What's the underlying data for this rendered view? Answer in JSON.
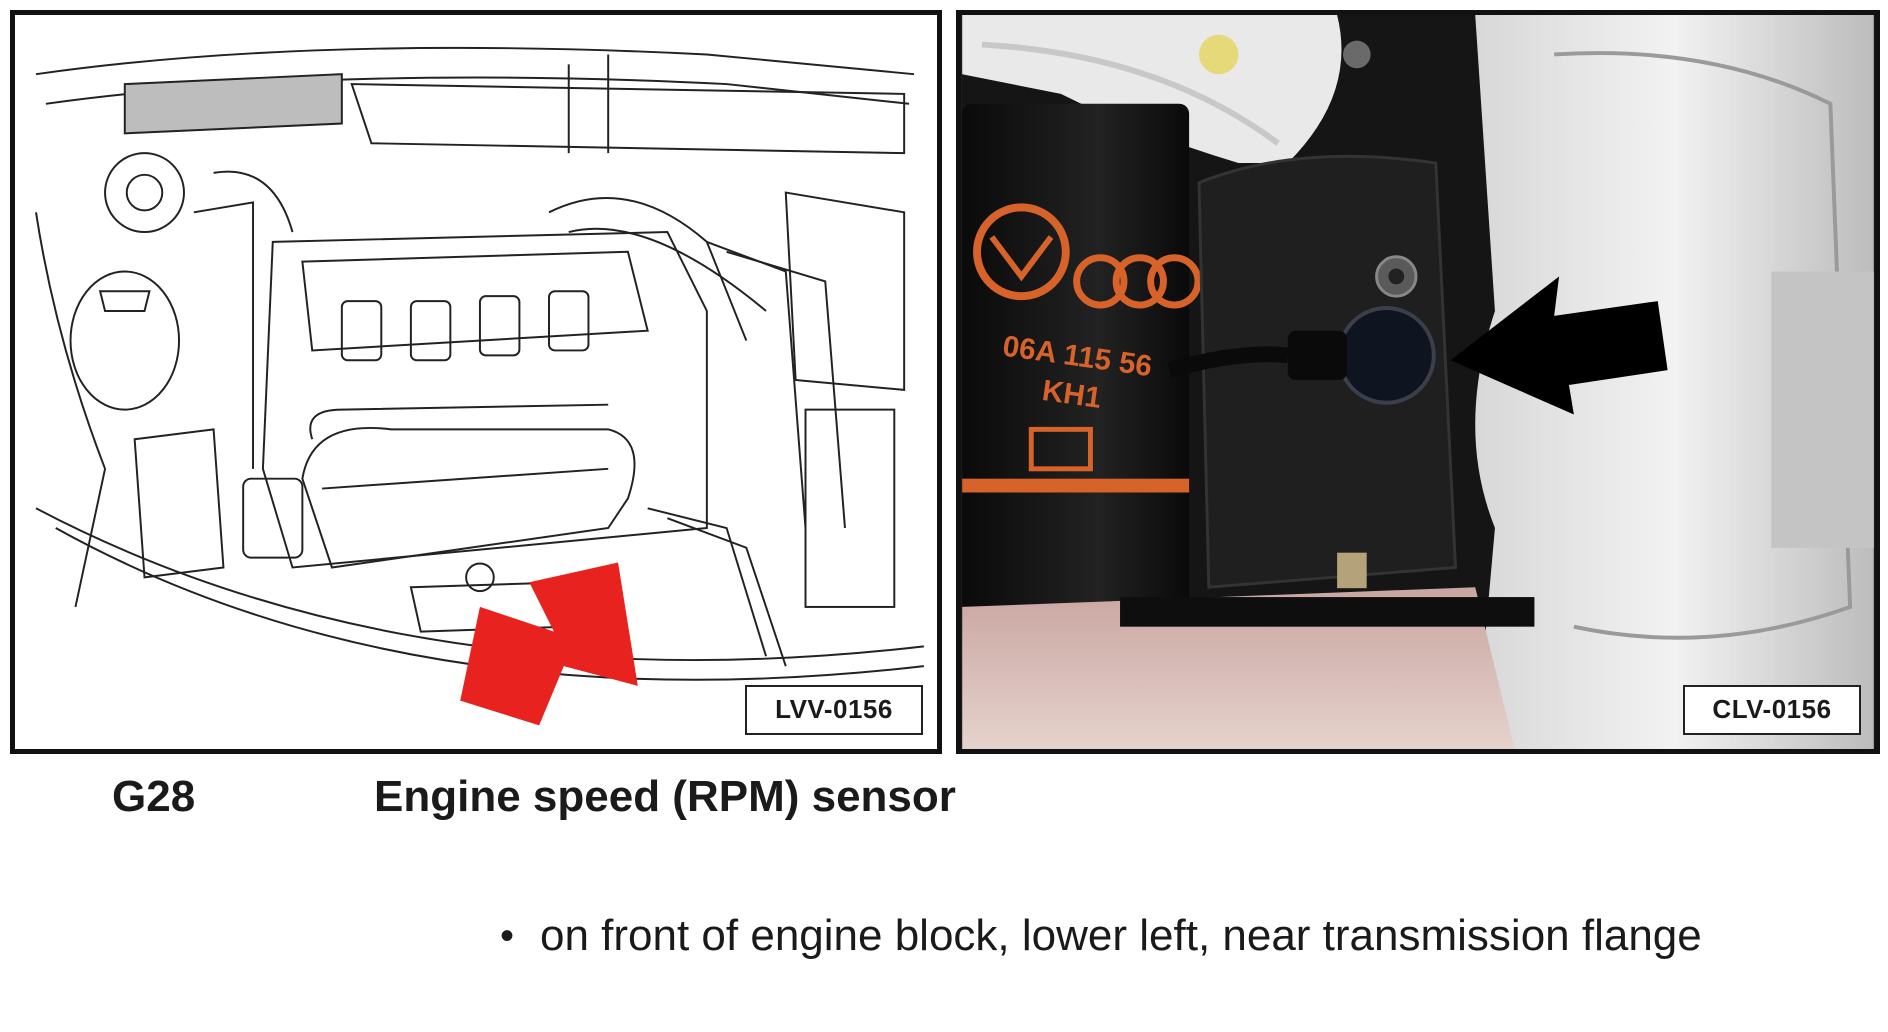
{
  "figures": {
    "left": {
      "code": "LVV-0156",
      "kind": "line-drawing",
      "arrow_color": "#e8221e"
    },
    "right": {
      "code": "CLV-0156",
      "kind": "photo",
      "arrow_color": "#000000",
      "filter_markings": {
        "line1": "06A 115 56",
        "line2": "KH1"
      }
    }
  },
  "component": {
    "id": "G28",
    "name": "Engine speed (RPM) sensor"
  },
  "location_notes": [
    {
      "bullet": "•",
      "text": "on front of engine block, lower left, near transmission flange"
    }
  ]
}
